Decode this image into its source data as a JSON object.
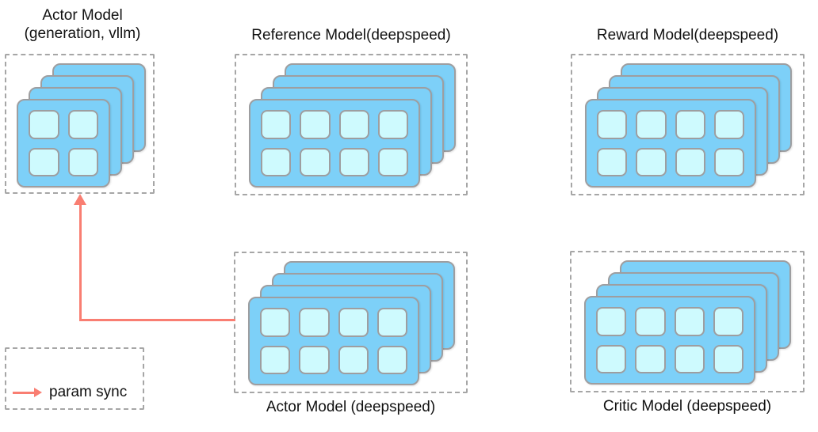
{
  "colors": {
    "card_fill": "#7DD0F8",
    "cell_fill": "#CEFAFE",
    "card_border": "#9E9EA0",
    "box_border": "#A6A6A6",
    "arrow": "#F97E72",
    "text": "#111111"
  },
  "nodes": [
    {
      "id": "actor_vllm",
      "title_line1": "Actor Model",
      "title_line2": "(generation, vllm)",
      "label_position": "top",
      "cards": 4,
      "rows": 2,
      "cols": 2
    },
    {
      "id": "reference",
      "title": "Reference Model(deepspeed)",
      "label_position": "top",
      "cards": 4,
      "rows": 2,
      "cols": 4
    },
    {
      "id": "reward",
      "title": "Reward Model(deepspeed)",
      "label_position": "top",
      "cards": 4,
      "rows": 2,
      "cols": 4
    },
    {
      "id": "actor_ds",
      "title": "Actor Model (deepspeed)",
      "label_position": "bottom",
      "cards": 4,
      "rows": 2,
      "cols": 4
    },
    {
      "id": "critic",
      "title": "Critic Model (deepspeed)",
      "label_position": "bottom",
      "cards": 4,
      "rows": 2,
      "cols": 4
    }
  ],
  "connections": [
    {
      "type": "param_sync",
      "from": "actor_ds",
      "to": "actor_vllm"
    }
  ],
  "legend": {
    "icon": "arrow-right-icon",
    "label": "param sync"
  }
}
